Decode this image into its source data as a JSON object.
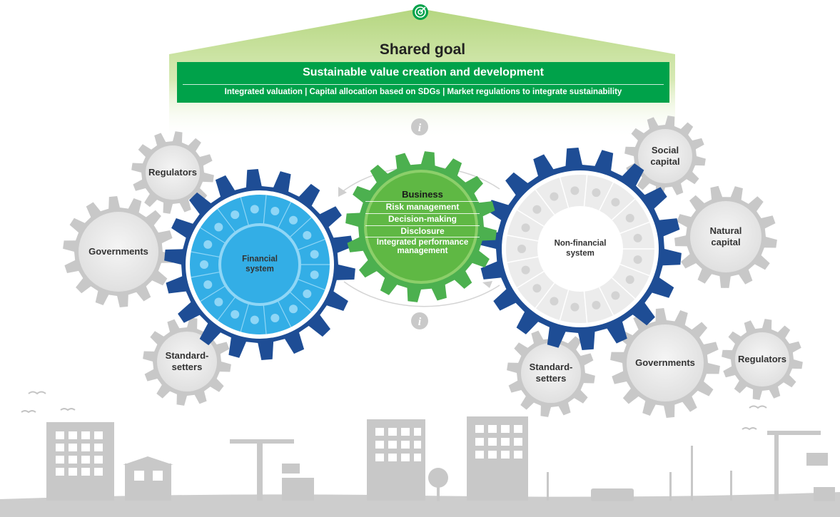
{
  "goal": {
    "title": "Shared goal",
    "main": "Sustainable value creation and development",
    "sub": "Integrated valuation  |  Capital allocation based on SDGs  |  Market regulations to integrate sustainability"
  },
  "center": {
    "financial": [
      "Financial",
      "system"
    ],
    "business": [
      "Business",
      "Risk management",
      "Decision-making",
      "Disclosure",
      "Integrated performance management"
    ],
    "nonfinancial": [
      "Non-financial",
      "system"
    ]
  },
  "actors_left": {
    "regulators": "Regulators",
    "governments": "Governments",
    "standard_setters": [
      "Standard-",
      "setters"
    ]
  },
  "actors_right": {
    "social_capital": [
      "Social",
      "capital"
    ],
    "natural_capital": [
      "Natural",
      "capital"
    ],
    "standard_setters": [
      "Standard-",
      "setters"
    ],
    "governments": "Governments",
    "regulators": "Regulators"
  },
  "icons": [
    "target-icon",
    "info-icon",
    "sdg-icon"
  ],
  "colors": {
    "goal_green": "#00a24a",
    "roof_green": "#c3dc8c",
    "gear_blue": "#1e4d95",
    "inner_blue": "#33aee6",
    "gear_green": "#4cb04f",
    "gear_grey": "#c8c8c8",
    "city_grey": "#c6c6c6"
  }
}
